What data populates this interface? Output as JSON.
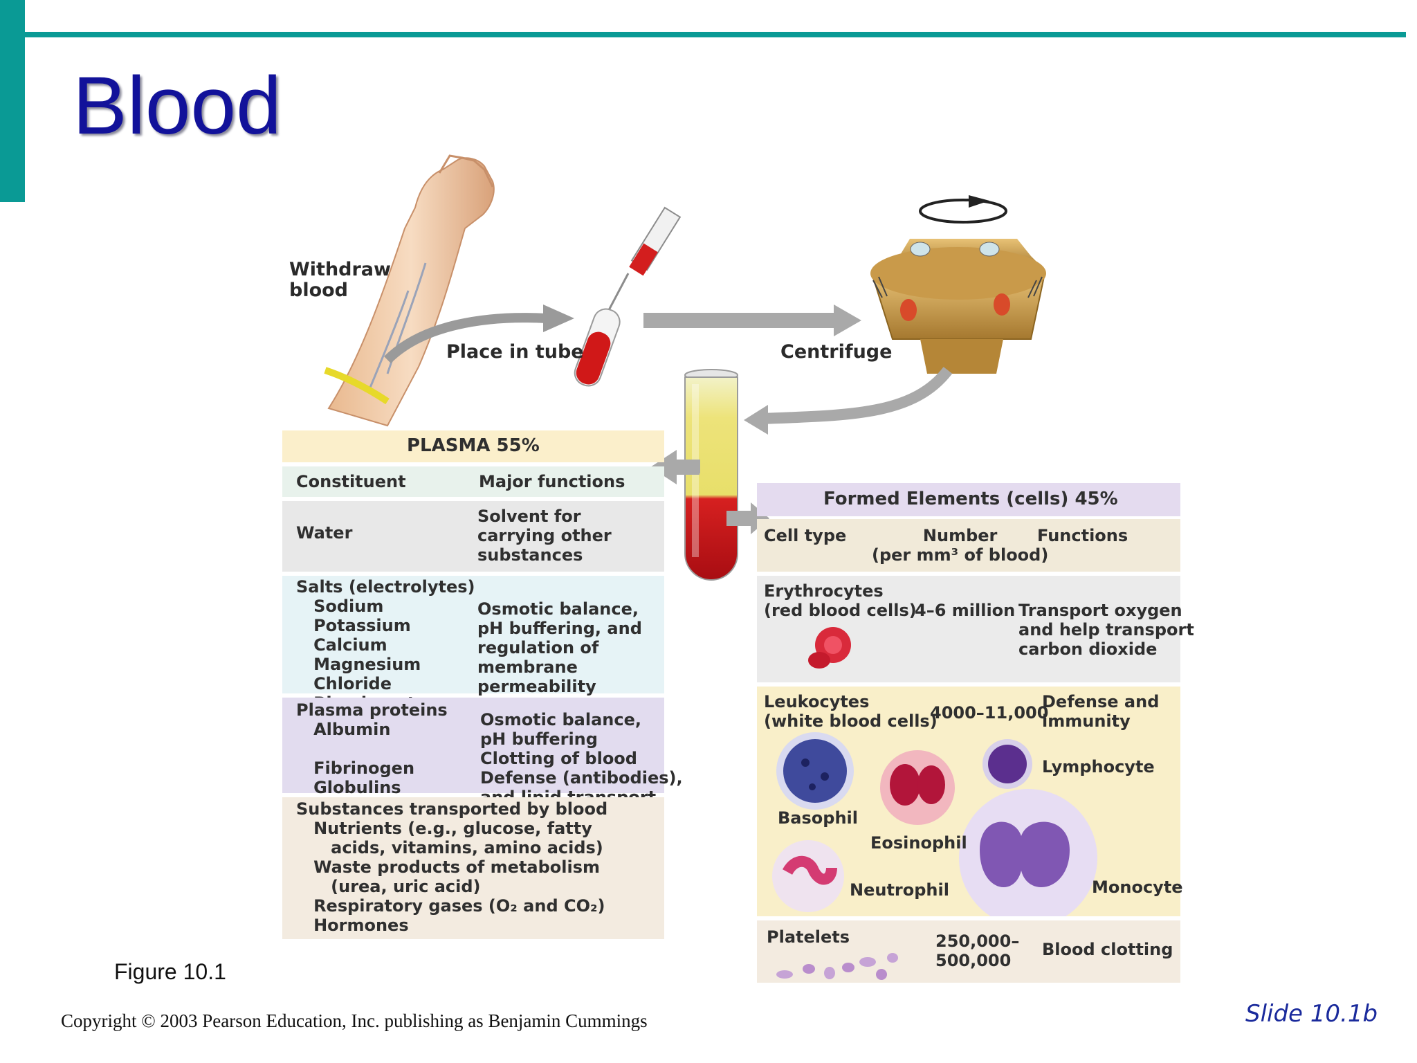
{
  "slide": {
    "title": "Blood",
    "figure_label": "Figure 10.1",
    "copyright": "Copyright © 2003 Pearson Education, Inc. publishing as Benjamin Cummings",
    "slide_number": "Slide 10.1b",
    "colors": {
      "accent_teal": "#0a9a95",
      "title_blue": "#12129a"
    }
  },
  "process": {
    "withdraw": "Withdraw\nblood",
    "tube": "Place in tube",
    "centrifuge": "Centrifuge"
  },
  "plasma": {
    "title": "PLASMA 55%",
    "headers": {
      "constituent": "Constituent",
      "functions": "Major functions"
    },
    "rows": [
      {
        "constituent": "Water",
        "functions": "Solvent for\ncarrying other\nsubstances"
      },
      {
        "constituent": "Salts (electrolytes)\n   Sodium\n   Potassium\n   Calcium\n   Magnesium\n   Chloride\n   Bicarbonate",
        "functions": "Osmotic balance,\npH buffering, and\nregulation of\nmembrane\npermeability"
      },
      {
        "constituent": "Plasma proteins\n   Albumin\n\n   Fibrinogen\n   Globulins",
        "functions": "Osmotic balance,\npH buffering\nClotting of blood\nDefense (antibodies),\nand lipid transport"
      },
      {
        "constituent": "Substances transported by blood\n   Nutrients (e.g., glucose, fatty\n      acids, vitamins, amino acids)\n   Waste products of metabolism\n      (urea, uric acid)\n   Respiratory gases (O₂ and CO₂)\n   Hormones",
        "functions": ""
      }
    ]
  },
  "formed": {
    "title": "Formed Elements (cells) 45%",
    "headers": {
      "cell_type": "Cell type",
      "number": "Number\n(per mm³ of blood)",
      "functions": "Functions"
    },
    "erythrocytes": {
      "type": "Erythrocytes\n(red blood cells)",
      "number": "4–6 million",
      "functions": "Transport oxygen\nand help transport\ncarbon dioxide"
    },
    "leukocytes": {
      "type": "Leukocytes\n(white blood cells)",
      "number": "4000–11,000",
      "functions": "Defense and\nimmunity",
      "cells": {
        "lymphocyte": "Lymphocyte",
        "basophil": "Basophil",
        "eosinophil": "Eosinophil",
        "neutrophil": "Neutrophil",
        "monocyte": "Monocyte"
      }
    },
    "platelets": {
      "type": "Platelets",
      "number": "250,000–\n500,000",
      "functions": "Blood clotting"
    }
  }
}
